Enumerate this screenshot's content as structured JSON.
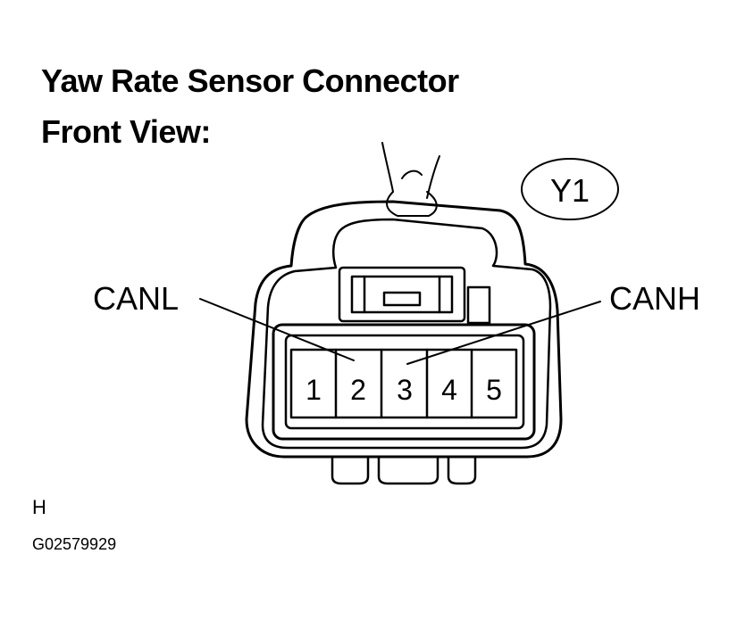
{
  "title_line1": "Yaw Rate Sensor Connector",
  "title_line2": "Front View:",
  "connector_id": "Y1",
  "pins": [
    "1",
    "2",
    "3",
    "4",
    "5"
  ],
  "labels": {
    "canl": "CANL",
    "canh": "CANH"
  },
  "footer": {
    "mark": "H",
    "code": "G02579929"
  }
}
